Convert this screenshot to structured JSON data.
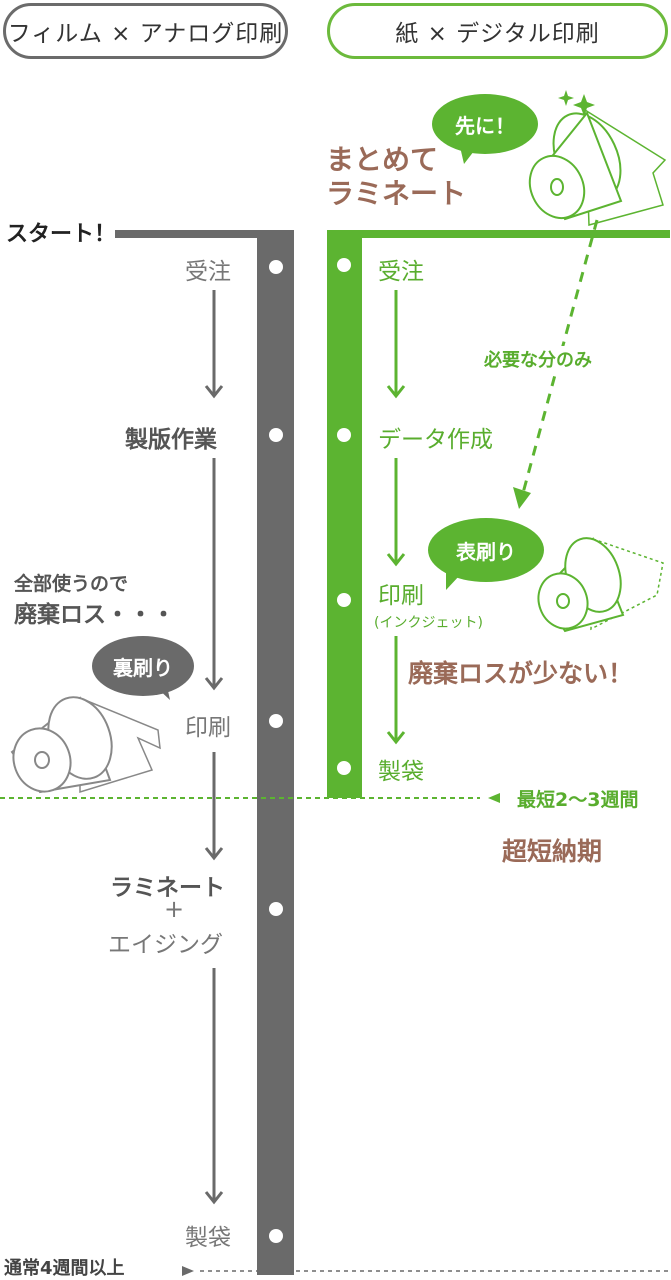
{
  "header": {
    "left_label": "フィルム × アナログ印刷",
    "right_label": "紙 × デジタル印刷"
  },
  "start_label": "スタート！",
  "analog": {
    "steps": [
      "受注",
      "製版作業",
      "印刷",
      "ラミネート",
      "+",
      "エイジング",
      "製袋"
    ],
    "waste_note_line1": "全部使うので",
    "waste_note_line2": "廃棄ロス・・・",
    "bubble": "裏刷り",
    "lead_time": "通常4週間以上"
  },
  "digital": {
    "steps": [
      "受注",
      "データ作成",
      "印刷",
      "(インクジェット)",
      "製袋"
    ],
    "laminate_line1": "まとめて",
    "laminate_line2": "ラミネート",
    "bubble_first": "先に！",
    "bubble_print": "表刷り",
    "needed_only": "必要な分のみ",
    "less_waste": "廃棄ロスが少ない！",
    "lead_time": "最短2〜3週間",
    "fast_delivery": "超短納期"
  },
  "colors": {
    "gray": "#6a6a6a",
    "green": "#5cb431",
    "brown": "#9a6a58"
  }
}
